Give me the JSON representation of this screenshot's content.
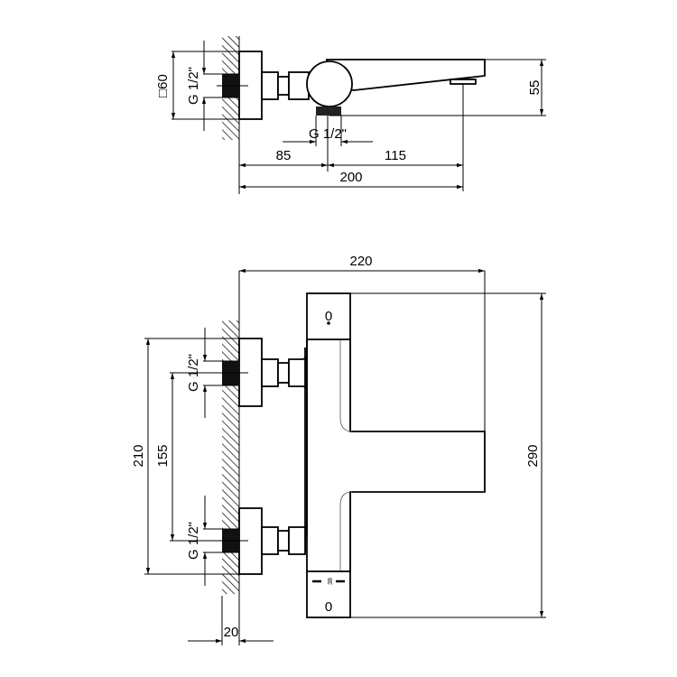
{
  "side_view": {
    "square_label": "□60",
    "thread_label_wall": "G 1/2\"",
    "thread_label_outlet": "G 1/2\"",
    "dim_height": "55",
    "dim_left": "85",
    "dim_right": "115",
    "dim_total": "200"
  },
  "front_view": {
    "dim_width": "220",
    "dim_height": "290",
    "dim_outer_spacing": "210",
    "dim_inner_spacing": "155",
    "dim_wall_depth": "20",
    "thread_label_top": "G 1/2\"",
    "thread_label_bottom": "G 1/2\"",
    "handle_top_symbol": "0",
    "handle_bottom_symbol": "0",
    "temperature_mark": "38"
  }
}
